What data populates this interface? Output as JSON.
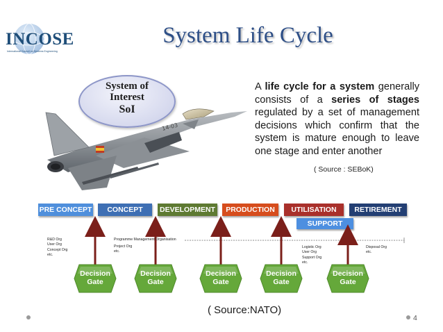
{
  "logo": {
    "word": "INCOSE",
    "tagline": "International Council on Systems Engineering"
  },
  "slide": {
    "title": "System Life Cycle",
    "page_number": "4"
  },
  "soi": {
    "line1": "System of",
    "line2": "Interest",
    "line3": "SoI"
  },
  "paragraph": {
    "p1": "A ",
    "b1": "life cycle for a system",
    "p2": " generally consists of a ",
    "b2": "series of stages",
    "p3": " regulated by a set of management decisions which confirm that the system is mature enough to leave one stage and enter another",
    "source": "( Source : SEBoK)"
  },
  "stages": [
    {
      "label": "PRE CONCEPT",
      "color": "#4f8fdc"
    },
    {
      "label": "CONCEPT",
      "color": "#3e6fb4"
    },
    {
      "label": "DEVELOPMENT",
      "color": "#5e7a32"
    },
    {
      "label": "PRODUCTION",
      "color": "#d64d1d"
    },
    {
      "label": "UTILISATION",
      "color": "#a9302b"
    },
    {
      "label": "RETIREMENT",
      "color": "#233f73"
    }
  ],
  "support": {
    "label": "SUPPORT",
    "color": "#4d8fe0"
  },
  "orgs": {
    "rd": "R&D Org\nUser Org\nConcept Org\netc.",
    "programme": "Programme Management Organisation",
    "project": "Project Org\netc.",
    "logistic": "Logistic Org\nUser Org\nSupport Org\netc.",
    "disposal": "Disposal Org\netc."
  },
  "gates": [
    {
      "line1": "Decision",
      "line2": "Gate"
    },
    {
      "line1": "Decision",
      "line2": "Gate"
    },
    {
      "line1": "Decision",
      "line2": "Gate"
    },
    {
      "line1": "Decision",
      "line2": "Gate"
    },
    {
      "line1": "Decision",
      "line2": "Gate"
    }
  ],
  "colors": {
    "gate_fill": "#65a83a",
    "arrow": "#7b1f1a",
    "title": "#2e4f87"
  },
  "source_bottom": "( Source:NATO)"
}
